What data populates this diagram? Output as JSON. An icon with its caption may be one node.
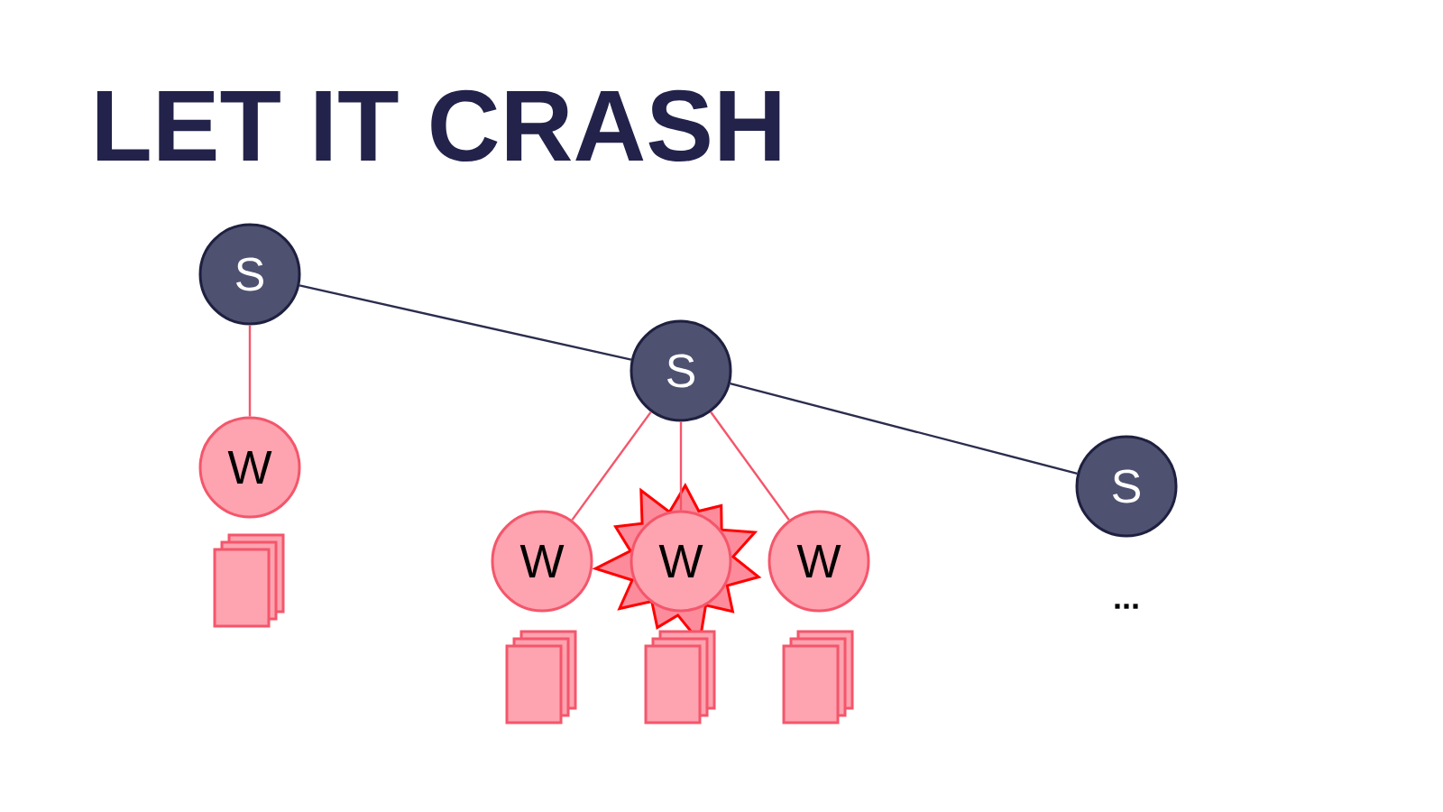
{
  "diagram": {
    "title": "LET IT CRASH",
    "nodes": [
      {
        "text": [
          "S"
        ]
      },
      {
        "text": [
          "W"
        ]
      },
      {
        "text": [
          "S"
        ]
      },
      {
        "text": [
          "W"
        ]
      },
      {
        "text": [
          "W"
        ]
      },
      {
        "text": [
          "W"
        ]
      },
      {
        "text": [
          "S"
        ]
      }
    ],
    "edges": [
      {
        "from": 0,
        "to": 2,
        "arrow": "none",
        "color": "#2b2d4e"
      },
      {
        "from": 0,
        "to": 1,
        "arrow": "none"
      },
      {
        "from": 2,
        "to": 3,
        "arrow": "none"
      },
      {
        "from": 2,
        "to": 4,
        "arrow": "none"
      },
      {
        "from": 2,
        "to": 5,
        "arrow": "none"
      },
      {
        "from": 2,
        "to": 6,
        "arrow": "none",
        "color": "#2b2d4e"
      }
    ],
    "labels": [
      "..."
    ]
  }
}
